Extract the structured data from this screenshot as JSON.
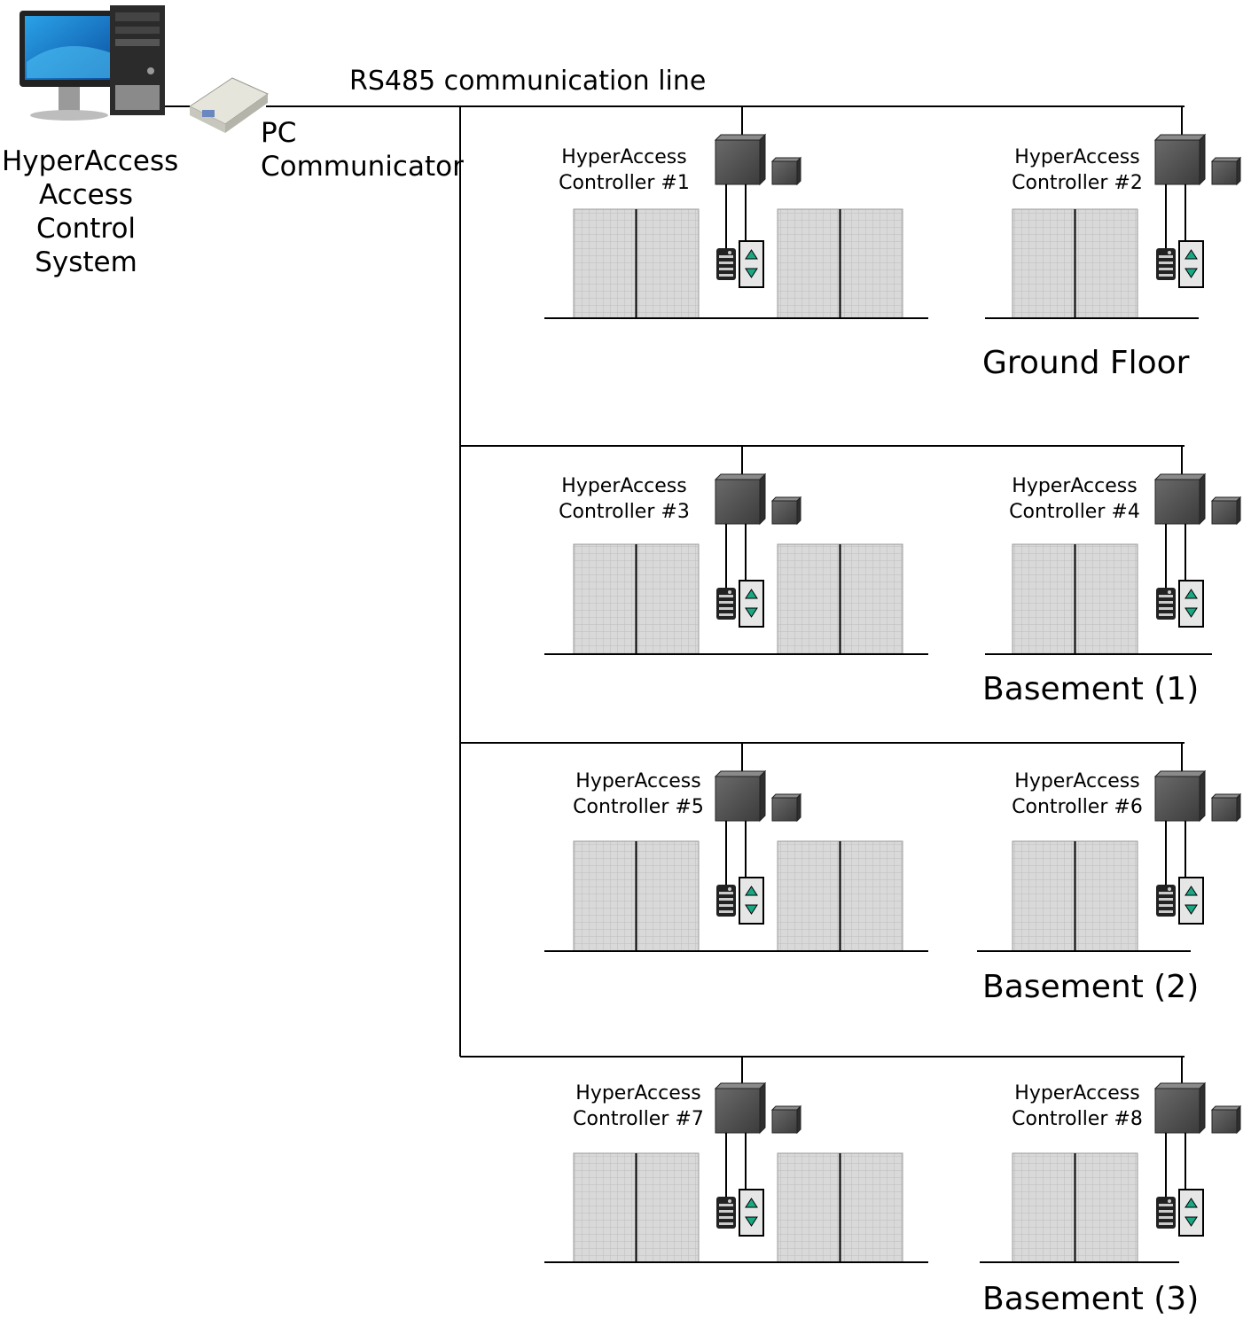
{
  "pc_label": "HyperAccess\nAccess\nControl\nSystem",
  "communicator_label": "PC\nCommunicator",
  "bus_label": "RS485 communication line",
  "controllers": [
    {
      "label": "HyperAccess\nController #1"
    },
    {
      "label": "HyperAccess\nController #2"
    },
    {
      "label": "HyperAccess\nController #3"
    },
    {
      "label": "HyperAccess\nController #4"
    },
    {
      "label": "HyperAccess\nController #5"
    },
    {
      "label": "HyperAccess\nController #6"
    },
    {
      "label": "HyperAccess\nController #7"
    },
    {
      "label": "HyperAccess\nController #8"
    }
  ],
  "floors": [
    {
      "label": "Ground Floor"
    },
    {
      "label": "Basement (1)"
    },
    {
      "label": "Basement (2)"
    },
    {
      "label": "Basement (3)"
    }
  ],
  "colors": {
    "line": "#000000",
    "controller_box": "#555555",
    "door_fill": "#d9d9d9",
    "arrow": "#1aa884"
  },
  "icons": [
    "computer-icon",
    "communicator-icon",
    "controller-icon",
    "card-reader-icon",
    "elevator-button-icon",
    "door-icon"
  ]
}
